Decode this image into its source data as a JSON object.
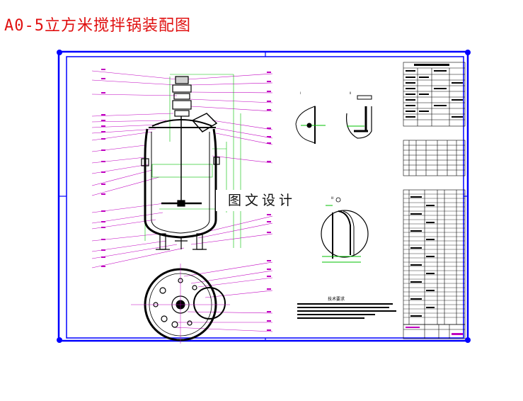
{
  "title": "A0-5立方米搅拌锅装配图",
  "watermark": "图文设计",
  "tech_requirements_title": "技术要求",
  "detail_labels": {
    "a": "I",
    "b": "II",
    "c": "III"
  },
  "colors": {
    "title": "#e01010",
    "frame": "#0000ff",
    "leader": "#c000c0",
    "dimension": "#00c000",
    "outline": "#000000",
    "fill": "#e8e8e8"
  },
  "icons": {
    "corner_marker": "corner-dot-icon"
  }
}
